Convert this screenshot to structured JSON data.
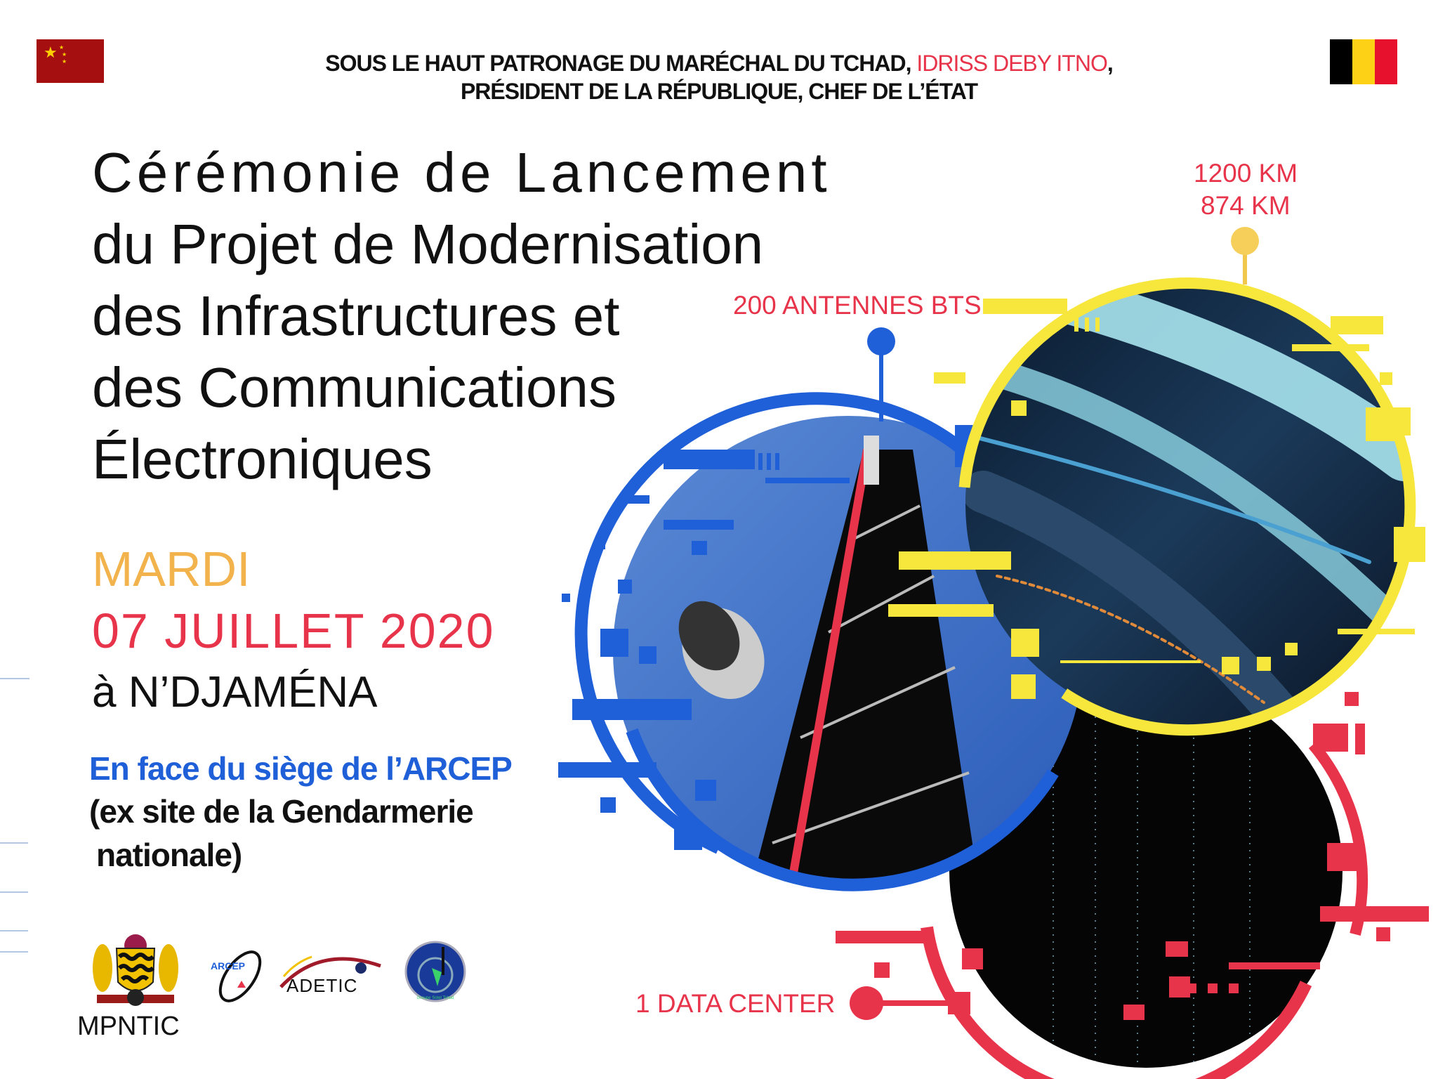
{
  "header": {
    "line1_prefix": "SOUS LE HAUT PATRONAGE DU MARÉCHAL DU TCHAD,",
    "line1_name": "IDRISS DEBY ITNO",
    "line1_suffix": ",",
    "line2": "PRÉSIDENT DE LA RÉPUBLIQUE, CHEF DE L’ÉTAT"
  },
  "title": [
    "Cérémonie de Lancement",
    "du Projet de Modernisation",
    "des Infrastructures et",
    "des Communications",
    "Électroniques"
  ],
  "event": {
    "day": "MARDI",
    "date": "07 JUILLET 2020",
    "city": "à N’DJAMÉNA",
    "venue": "En face du siège de l’ARCEP",
    "venue_note_1": "(ex site de la Gendarmerie",
    "venue_note_2": "nationale)"
  },
  "graphic_labels": {
    "fiber_1": "1200 KM",
    "fiber_2": "874 KM",
    "antennas": "200 ANTENNES BTS",
    "datacenter": "1 DATA CENTER"
  },
  "logos": {
    "ministry": "MPNTIC",
    "arcep": "ARCEP",
    "adetic": "ADETIC",
    "sotel": "Groupe Sotel Tchad"
  },
  "colors": {
    "red": "#e8344a",
    "blue": "#1f5fd8",
    "yellow": "#f7e63c",
    "gold": "#f2b24c"
  }
}
